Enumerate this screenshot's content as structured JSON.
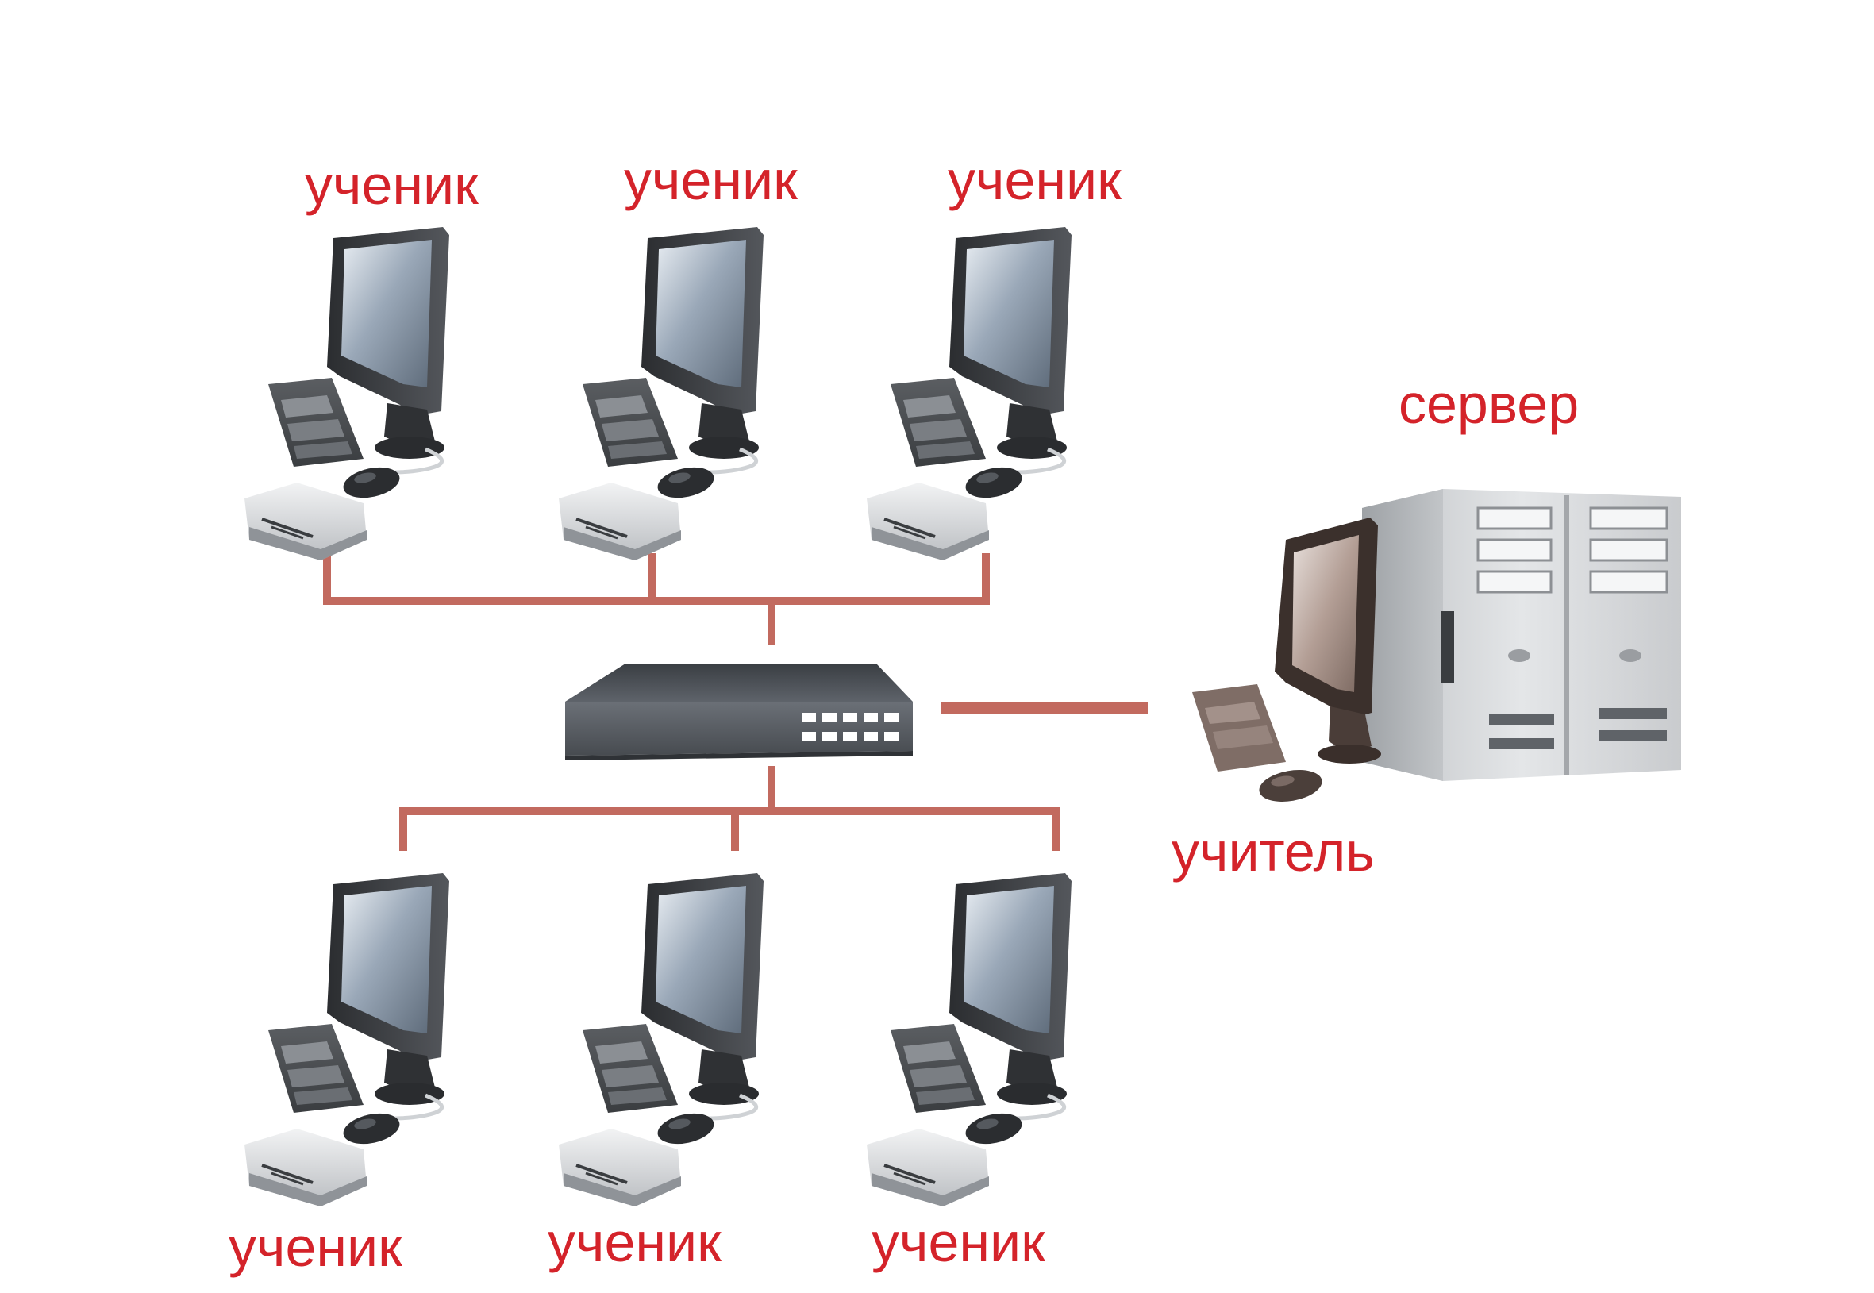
{
  "diagram": {
    "student_label": "ученик",
    "server_label": "сервер",
    "teacher_label": "учитель",
    "colors": {
      "label": "#d4232a",
      "cable": "#c26a5f",
      "switch_body": "#4e5257",
      "server_case": "#d4d6d8"
    },
    "icons": {
      "student": "desktop-computer-icon",
      "switch": "network-switch-icon",
      "server": "server-tower-icon",
      "teacher": "teacher-workstation-icon"
    }
  }
}
